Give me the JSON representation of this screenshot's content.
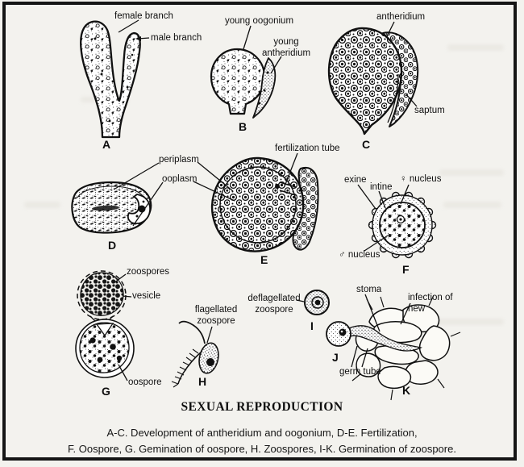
{
  "colors": {
    "paper": "#f3f2ee",
    "ink": "#151515"
  },
  "title": "SEXUAL REPRODUCTION",
  "caption": {
    "line1": "A-C. Development of antheridium and oogonium, D-E. Fertilization,",
    "line2": "F. Oospore, G. Gemination of oospore, H. Zoospores, I-K. Germination of zoospore."
  },
  "annotations": {
    "female_branch": "female branch",
    "male_branch": "male branch",
    "young_oogonium": "young oogonium",
    "young_antheridium": "young antheridium",
    "antheridium": "antheridium",
    "saptum": "saptum",
    "periplasm": "periplasm",
    "ooplasm": "ooplasm",
    "fertilization_tube": "fertilization tube",
    "exine": "exine",
    "intine": "intine",
    "female_nucleus": "♀ nucleus",
    "male_nucleus": "♂ nucleus",
    "zoospores": "zoospores",
    "vesicle": "vesicle",
    "oospore": "oospore",
    "flagellated_zoospore": "flagellated zoospore",
    "deflagellated_zoospore": "deflagellated zoospore",
    "stoma": "stoma",
    "infection_of_new": "infection of new",
    "germ_tube": "germ tube"
  },
  "letters": {
    "a": "A",
    "b": "B",
    "c": "C",
    "d": "D",
    "e": "E",
    "f": "F",
    "g": "G",
    "h": "H",
    "i": "I",
    "j": "J",
    "k": "K"
  }
}
